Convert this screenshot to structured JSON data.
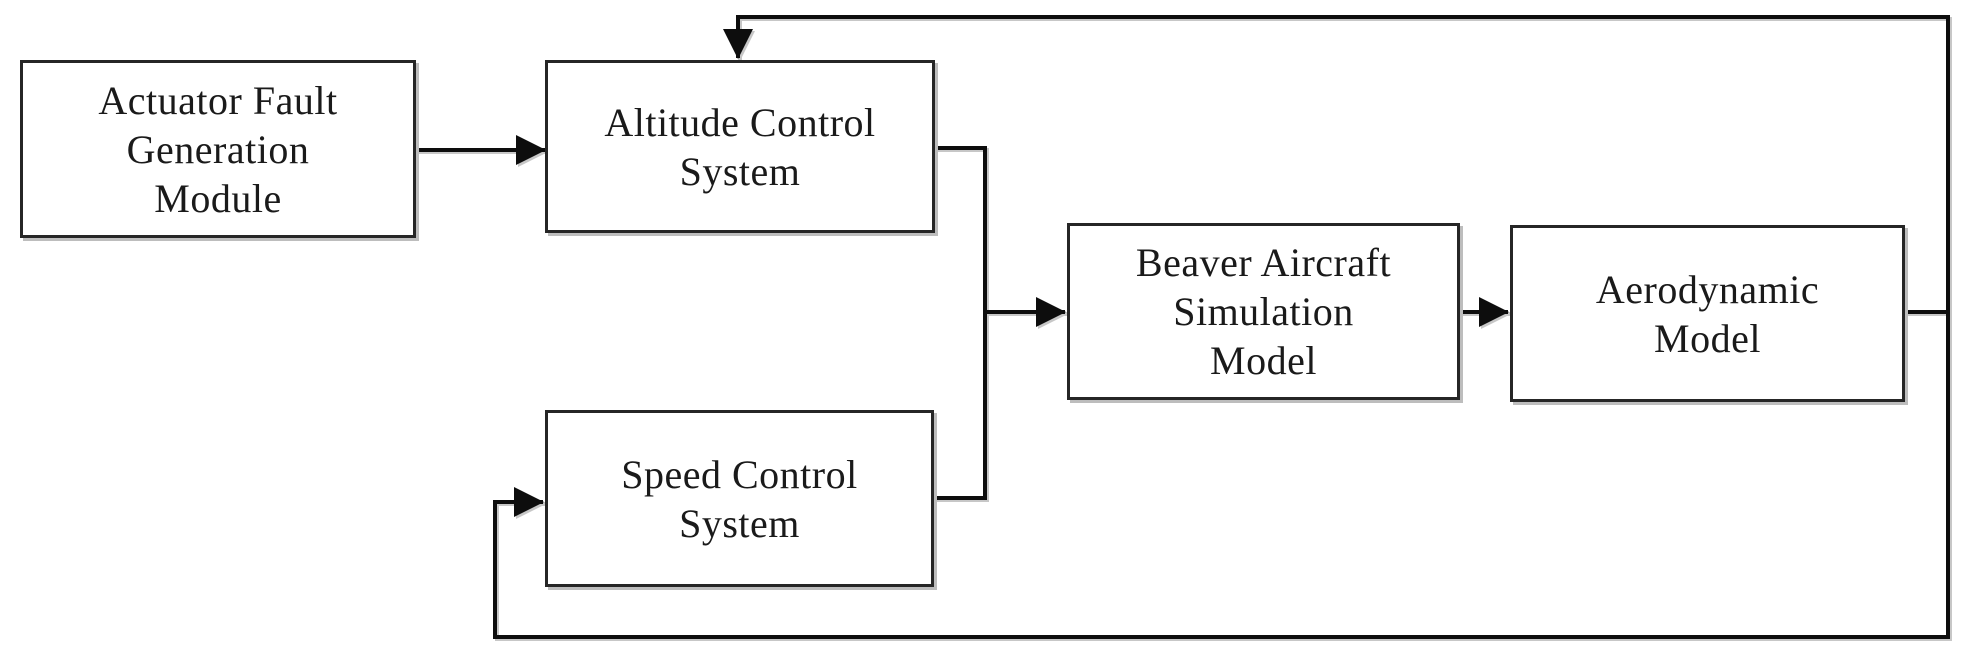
{
  "figure": {
    "type": "block-diagram",
    "background_color": "#ffffff",
    "line_color": "#0d0d0d",
    "box_border_color": "#262626",
    "text_color": "#1a1a1a",
    "nodes": {
      "actuator": {
        "label": "Actuator Fault Generation Module",
        "lines": [
          "Actuator Fault",
          "Generation",
          "Module"
        ]
      },
      "altitude": {
        "label": "Altitude Control System",
        "lines": [
          "Altitude Control",
          "System"
        ]
      },
      "speed": {
        "label": "Speed Control System",
        "lines": [
          "Speed Control",
          "System"
        ]
      },
      "beaver": {
        "label": "Beaver Aircraft Simulation Model",
        "lines": [
          "Beaver Aircraft",
          "Simulation",
          "Model"
        ]
      },
      "aero": {
        "label": "Aerodynamic Model",
        "lines": [
          "Aerodynamic",
          "Model"
        ]
      }
    },
    "edges": [
      {
        "id": "actuator-to-altitude",
        "from": "actuator",
        "to": "altitude",
        "style": "arrow"
      },
      {
        "id": "altitude-to-junction",
        "from": "altitude",
        "to": "junction",
        "style": "line"
      },
      {
        "id": "speed-to-junction",
        "from": "speed",
        "to": "junction",
        "style": "line"
      },
      {
        "id": "junction-to-beaver",
        "from": "junction",
        "to": "beaver",
        "style": "arrow"
      },
      {
        "id": "beaver-to-aero",
        "from": "beaver",
        "to": "aero",
        "style": "arrow"
      },
      {
        "id": "aero-to-feedback-bus",
        "from": "aero",
        "to": "feedback-bus",
        "style": "line"
      },
      {
        "id": "feedback-top-to-altitude",
        "from": "aero",
        "to": "altitude",
        "style": "arrow"
      },
      {
        "id": "feedback-bottom-to-speed",
        "from": "aero",
        "to": "speed",
        "style": "arrow"
      }
    ]
  }
}
